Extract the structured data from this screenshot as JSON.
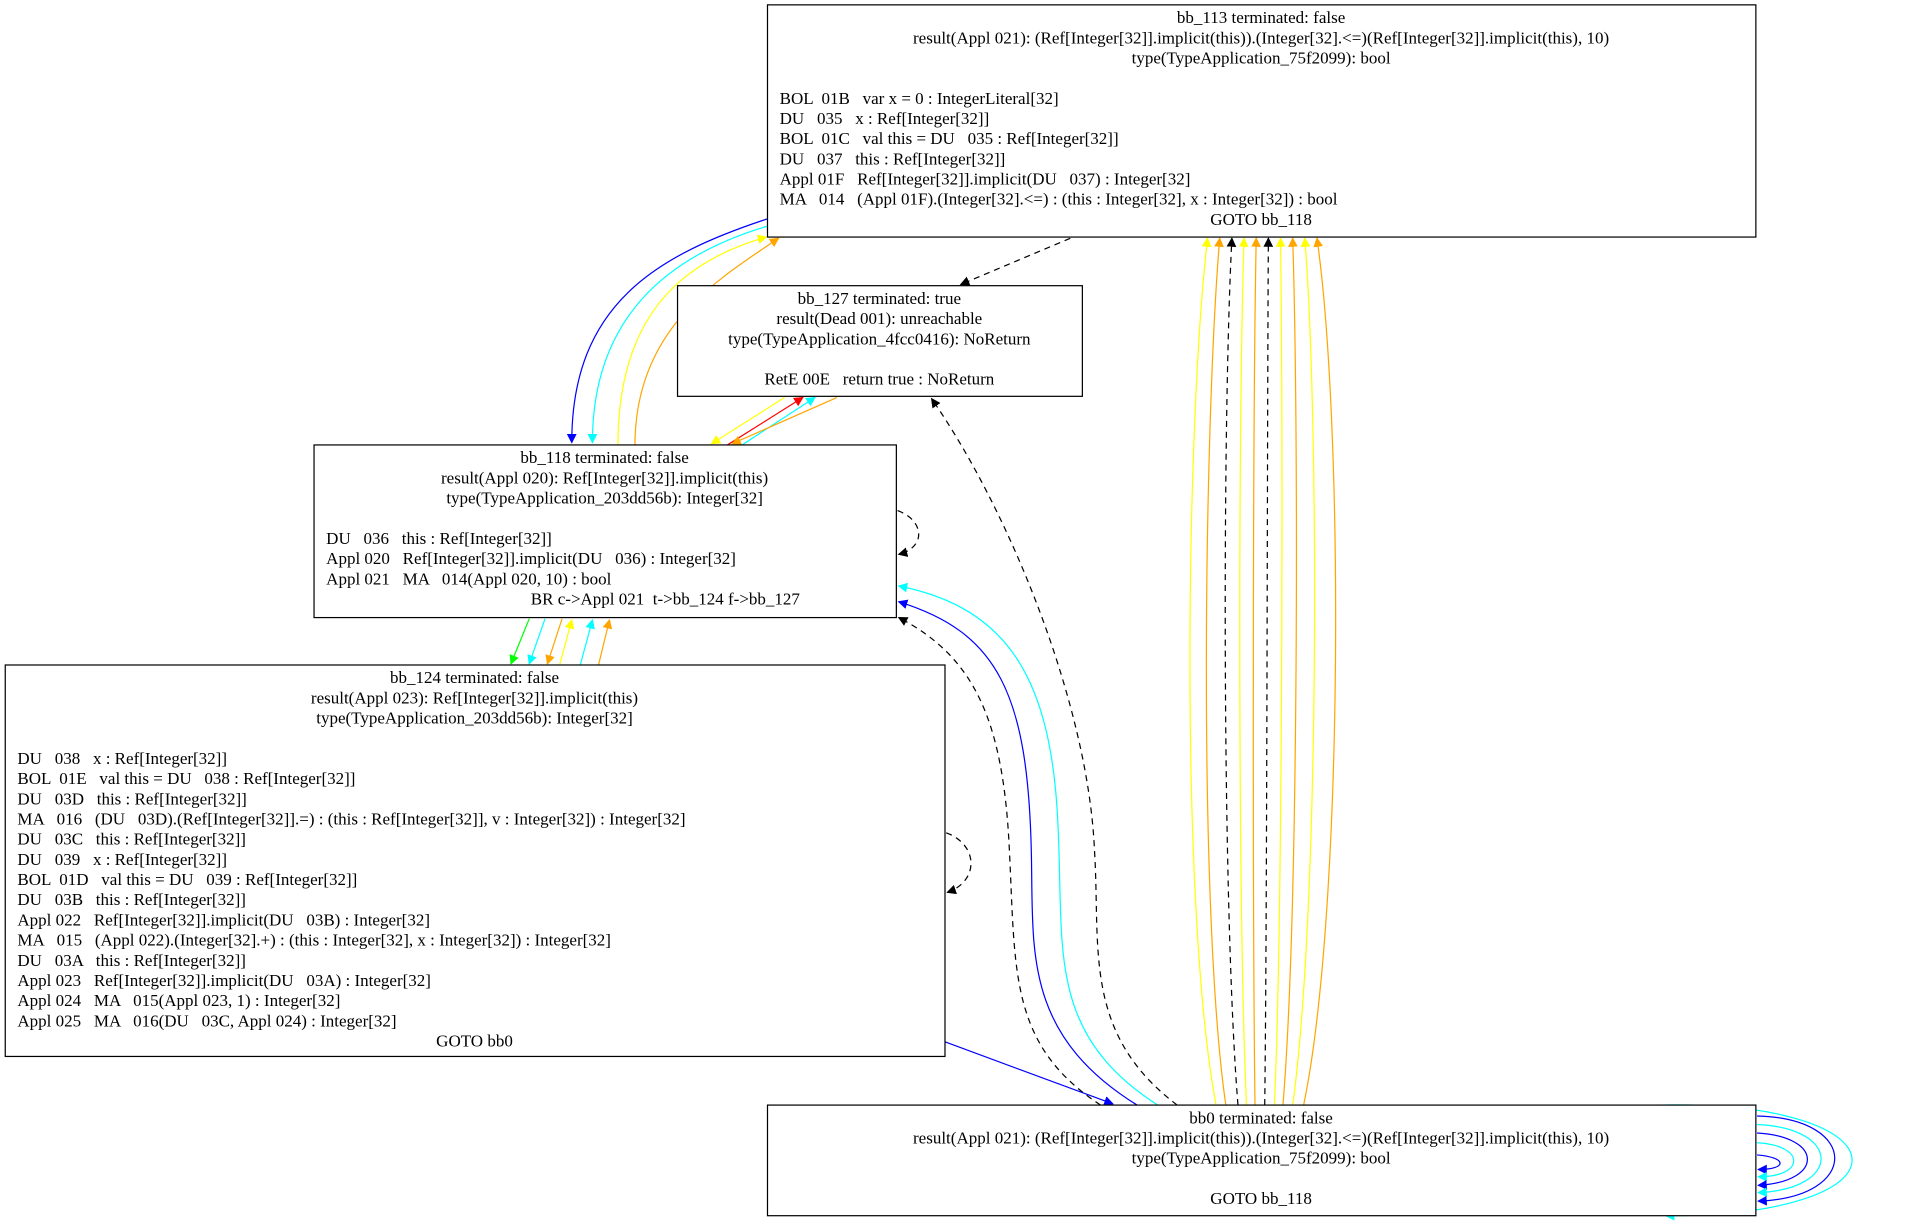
{
  "nodes": {
    "bb_113": {
      "title": "bb_113 terminated: false",
      "result": "result(Appl 021): (Ref[Integer[32]].implicit(this)).(Integer[32].<=)(Ref[Integer[32]].implicit(this), 10)",
      "type": "type(TypeApplication_75f2099): bool",
      "lines": [
        "BOL  01B   var x = 0 : IntegerLiteral[32]",
        "DU   035   x : Ref[Integer[32]]",
        "BOL  01C   val this = DU   035 : Ref[Integer[32]]",
        "DU   037   this : Ref[Integer[32]]",
        "Appl 01F   Ref[Integer[32]].implicit(DU   037) : Integer[32]",
        "MA   014   (Appl 01F).(Integer[32].<=) : (this : Integer[32], x : Integer[32]) : bool"
      ],
      "terminator": "GOTO bb_118"
    },
    "bb_127": {
      "title": "bb_127 terminated: true",
      "result": "result(Dead 001): unreachable",
      "type": "type(TypeApplication_4fcc0416): NoReturn",
      "lines": [],
      "terminator": "RetE 00E   return true : NoReturn"
    },
    "bb_118": {
      "title": "bb_118 terminated: false",
      "result": "result(Appl 020): Ref[Integer[32]].implicit(this)",
      "type": "type(TypeApplication_203dd56b): Integer[32]",
      "lines": [
        "DU   036   this : Ref[Integer[32]]",
        "Appl 020   Ref[Integer[32]].implicit(DU   036) : Integer[32]",
        "Appl 021   MA   014(Appl 020, 10) : bool"
      ],
      "terminator": "BR c->Appl 021  t->bb_124 f->bb_127"
    },
    "bb_124": {
      "title": "bb_124 terminated: false",
      "result": "result(Appl 023): Ref[Integer[32]].implicit(this)",
      "type": "type(TypeApplication_203dd56b): Integer[32]",
      "lines": [
        "DU   038   x : Ref[Integer[32]]",
        "BOL  01E   val this = DU   038 : Ref[Integer[32]]",
        "DU   03D   this : Ref[Integer[32]]",
        "MA   016   (DU   03D).(Ref[Integer[32]].=) : (this : Ref[Integer[32]], v : Integer[32]) : Integer[32]",
        "DU   03C   this : Ref[Integer[32]]",
        "DU   039   x : Ref[Integer[32]]",
        "BOL  01D   val this = DU   039 : Ref[Integer[32]]",
        "DU   03B   this : Ref[Integer[32]]",
        "Appl 022   Ref[Integer[32]].implicit(DU   03B) : Integer[32]",
        "MA   015   (Appl 022).(Integer[32].+) : (this : Integer[32], x : Integer[32]) : Integer[32]",
        "DU   03A   this : Ref[Integer[32]]",
        "Appl 023   Ref[Integer[32]].implicit(DU   03A) : Integer[32]",
        "Appl 024   MA   015(Appl 023, 1) : Integer[32]",
        "Appl 025   MA   016(DU   03C, Appl 024) : Integer[32]"
      ],
      "terminator": "GOTO bb0"
    },
    "bb0": {
      "title": "bb0 terminated: false",
      "result": "result(Appl 021): (Ref[Integer[32]].implicit(this)).(Integer[32].<=)(Ref[Integer[32]].implicit(this), 10)",
      "type": "type(TypeApplication_75f2099): bool",
      "lines": [],
      "terminator": "GOTO bb_118"
    }
  },
  "edge_colors": {
    "blue": "#0000ff",
    "cyan": "#00ffff",
    "yellow": "#ffff00",
    "orange": "#ffa500",
    "red": "#ff0000",
    "green": "#00ff00",
    "black": "#000000"
  }
}
